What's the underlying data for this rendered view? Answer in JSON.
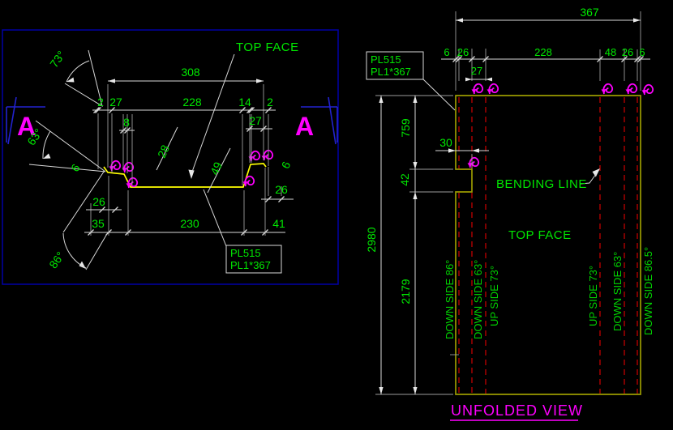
{
  "colors": {
    "background": "#000000",
    "dimension_text_green": "#00e800",
    "annotation_magenta": "#ff00ff",
    "profile_yellow": "#ffff00",
    "unfolded_outline_olive": "#9a9a00",
    "bending_line_red": "#c00000",
    "dimension_line_gray": "#d8d8d8",
    "viewport_border_blue": "#0000a6"
  },
  "section_view": {
    "top_face_label": "TOP FACE",
    "marker_left": "A",
    "marker_right": "A",
    "dim_width": "308",
    "dim_row2": [
      "2",
      "27",
      "228",
      "14",
      "2"
    ],
    "dim_8": "8",
    "dim_27_right": "27",
    "angle_top": "73°",
    "angle_left": "63°",
    "angle_bottom": "86°",
    "dim_lip_left": "6",
    "dim_flange_left": "26",
    "dim_slant_left": "28",
    "dim_slant_right": "49",
    "dim_flange_right": "26",
    "dim_lip_right": "6",
    "dim_bottom": [
      "35",
      "230",
      "41"
    ],
    "plate_label": [
      "PL515",
      "PL1*367"
    ]
  },
  "unfolded_view": {
    "title": "UNFOLDED VIEW",
    "plate_label": [
      "PL515",
      "PL1*367"
    ],
    "bending_line_label": "BENDING LINE",
    "top_face_label": "TOP FACE",
    "dim_width": "367",
    "dim_row": [
      "6",
      "26",
      "228",
      "48",
      "26",
      "6"
    ],
    "dim_27": "27",
    "dim_759": "759",
    "dim_30": "30",
    "dim_42": "42",
    "dim_2980": "2980",
    "dim_2179": "2179",
    "bend_labels_left": [
      "DOWN SIDE 86°",
      "DOWN SIDE 63°",
      "UP SIDE 73°"
    ],
    "bend_labels_right": [
      "UP SIDE 73°",
      "DOWN SIDE 63°",
      "DOWN SIDE 86.5°"
    ]
  }
}
